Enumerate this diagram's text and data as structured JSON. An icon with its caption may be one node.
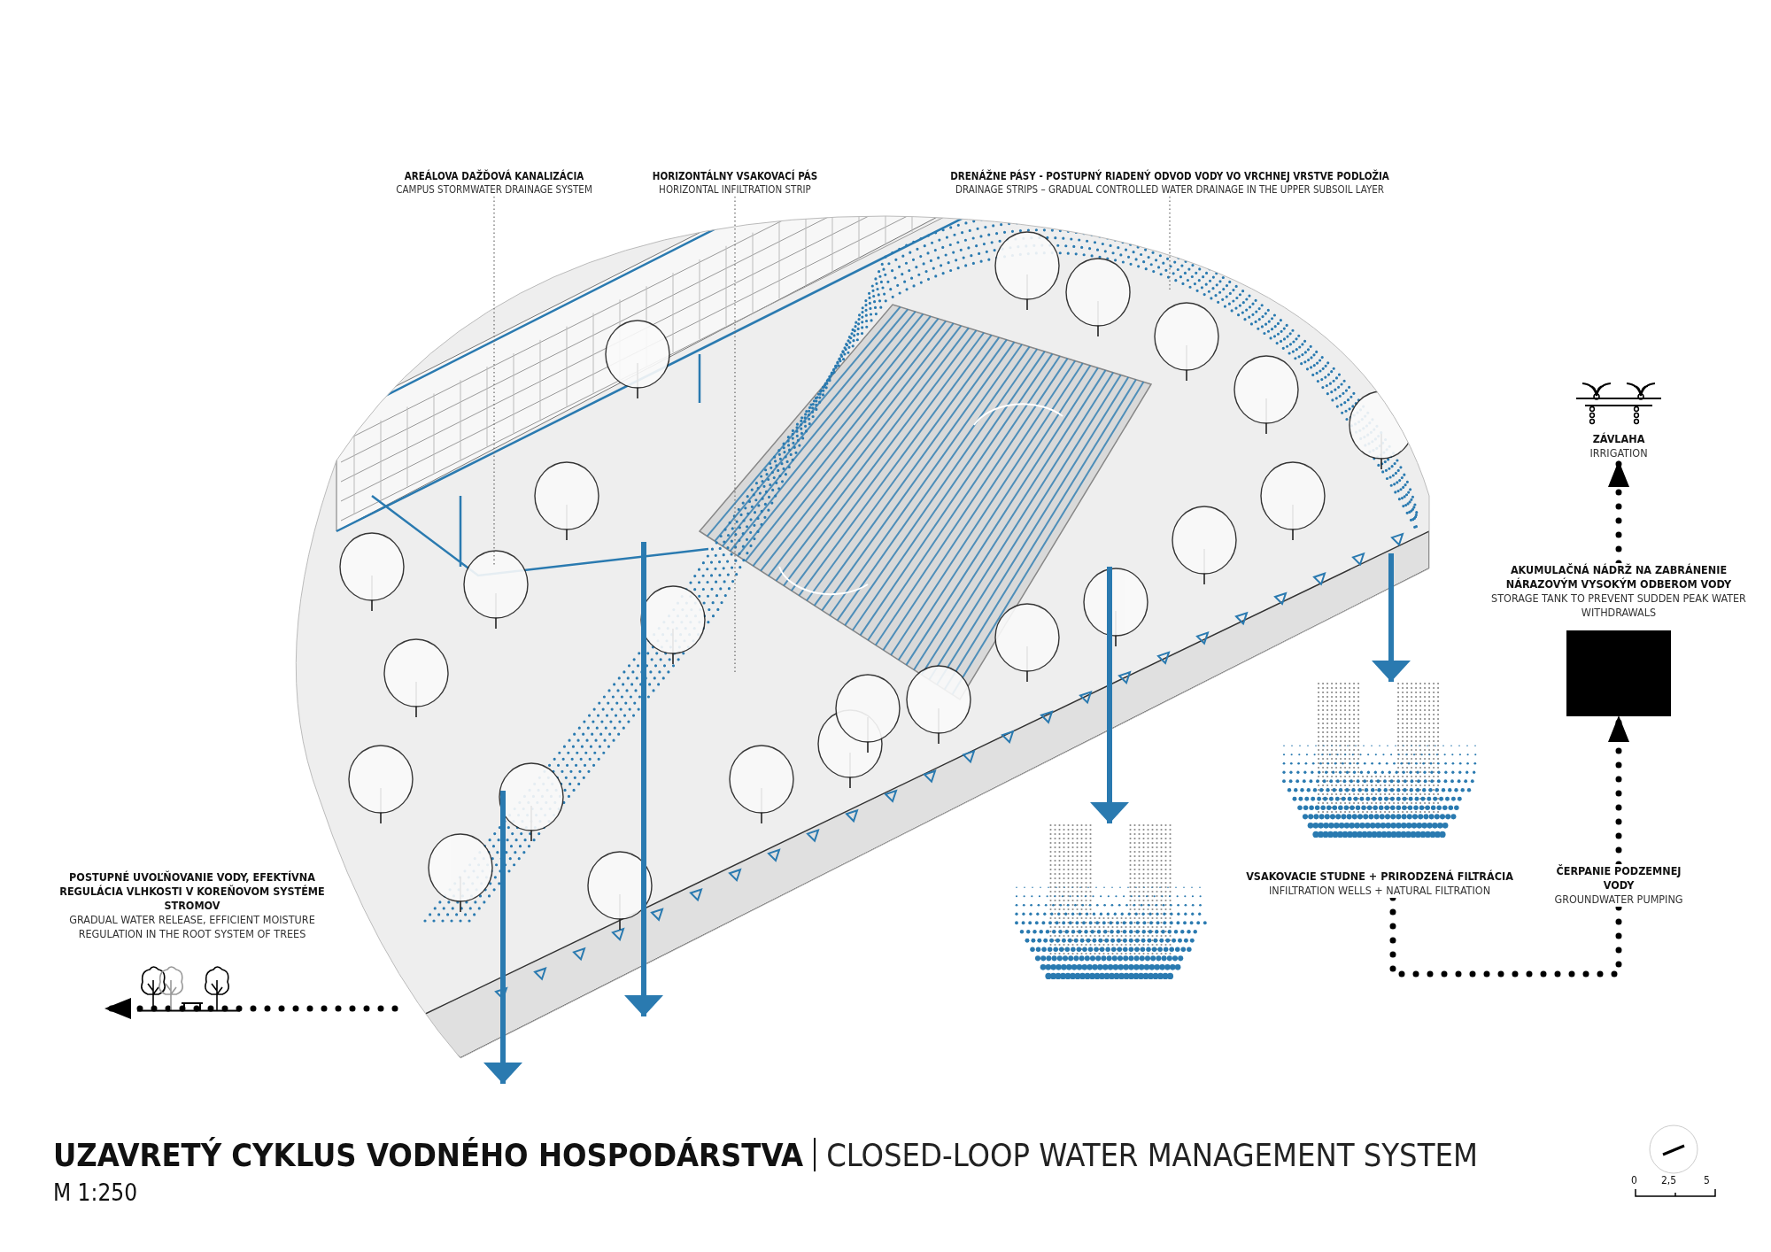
{
  "diagram": {
    "title": "UZAVRETÝ CYKLUS VODNÉHO HOSPODÁRSTVA",
    "nodes": [
      {
        "text": [
          "AREÁLOVA DAŽĎOVÁ KANALIZÁCIA",
          "CAMPUS STORMWATER DRAINAGE SYSTEM"
        ]
      },
      {
        "text": [
          "HORIZONTÁLNY VSAKOVACÍ PÁS",
          "HORIZONTAL INFILTRATION STRIP"
        ]
      },
      {
        "text": [
          "DRENÁŽNE PÁSY - POSTUPNÝ RIADENÝ ODVOD VODY VO VRCHNEJ VRSTVE PODLOŽIA",
          "DRAINAGE STRIPS – GRADUAL CONTROLLED WATER DRAINAGE IN THE UPPER SUBSOIL LAYER"
        ]
      },
      {
        "text": [
          "ZÁVLAHA",
          "IRRIGATION"
        ]
      },
      {
        "text": [
          "AKUMULAČNÁ NÁDRŽ NA ZABRÁNENIE NÁRAZOVÝM VYSOKÝM ODBEROM VODY",
          "STORAGE TANK TO PREVENT SUDDEN PEAK WATER WITHDRAWALS"
        ]
      },
      {
        "text": [],
        "shape": "picture"
      },
      {
        "text": [],
        "shape": "picture"
      },
      {
        "text": [
          "VSAKOVACIE STUDNE + PRIRODZENÁ FILTRÁCIA",
          "INFILTRATION WELLS + NATURAL FILTRATION"
        ]
      },
      {
        "text": [
          "ČERPANIE PODZEMNEJ VODY",
          "GROUNDWATER PUMPING"
        ]
      },
      {
        "text": [
          "POSTUPNÉ UVOĽŇOVANIE VODY, EFEKTÍVNA REGULÁCIA VLHKOSTI V KOREŇOVOM SYSTÉME STROMOV",
          "GRADUAL WATER RELEASE, EFFICIENT MOISTURE REGULATION IN THE ROOT SYSTEM OF TREES"
        ]
      }
    ],
    "edges": [
      {
        "from": 0,
        "to": 5,
        "arrow": "none",
        "style": "dashed",
        "color": "#666666"
      },
      {
        "from": 1,
        "to": 5,
        "arrow": "none",
        "style": "dashed",
        "color": "#666666"
      },
      {
        "from": 2,
        "to": 5,
        "arrow": "none",
        "style": "dashed",
        "color": "#666666"
      },
      {
        "from": 5,
        "to": 6,
        "arrow": "to",
        "color": "#2a7ab0"
      },
      {
        "from": 5,
        "to": 7,
        "arrow": "to",
        "color": "#2a7ab0"
      },
      {
        "from": 5,
        "to": null,
        "arrow": "to",
        "color": "#2a7ab0"
      },
      {
        "from": 5,
        "to": null,
        "arrow": "to",
        "color": "#2a7ab0"
      },
      {
        "from": 7,
        "to": 8,
        "arrow": "none",
        "style": "dashed",
        "color": "#000000"
      },
      {
        "from": 8,
        "to": 4,
        "arrow": "to",
        "style": "dashed",
        "color": "#000000"
      },
      {
        "from": 4,
        "to": 3,
        "arrow": "to",
        "style": "dashed",
        "color": "#000000"
      },
      {
        "from": 5,
        "to": 9,
        "arrow": "to",
        "style": "dashed",
        "color": "#000000"
      }
    ],
    "labels": [
      "CLOSED-LOOP WATER MANAGEMENT SYSTEM",
      "M 1:250",
      "0",
      "2,5",
      "5"
    ]
  }
}
